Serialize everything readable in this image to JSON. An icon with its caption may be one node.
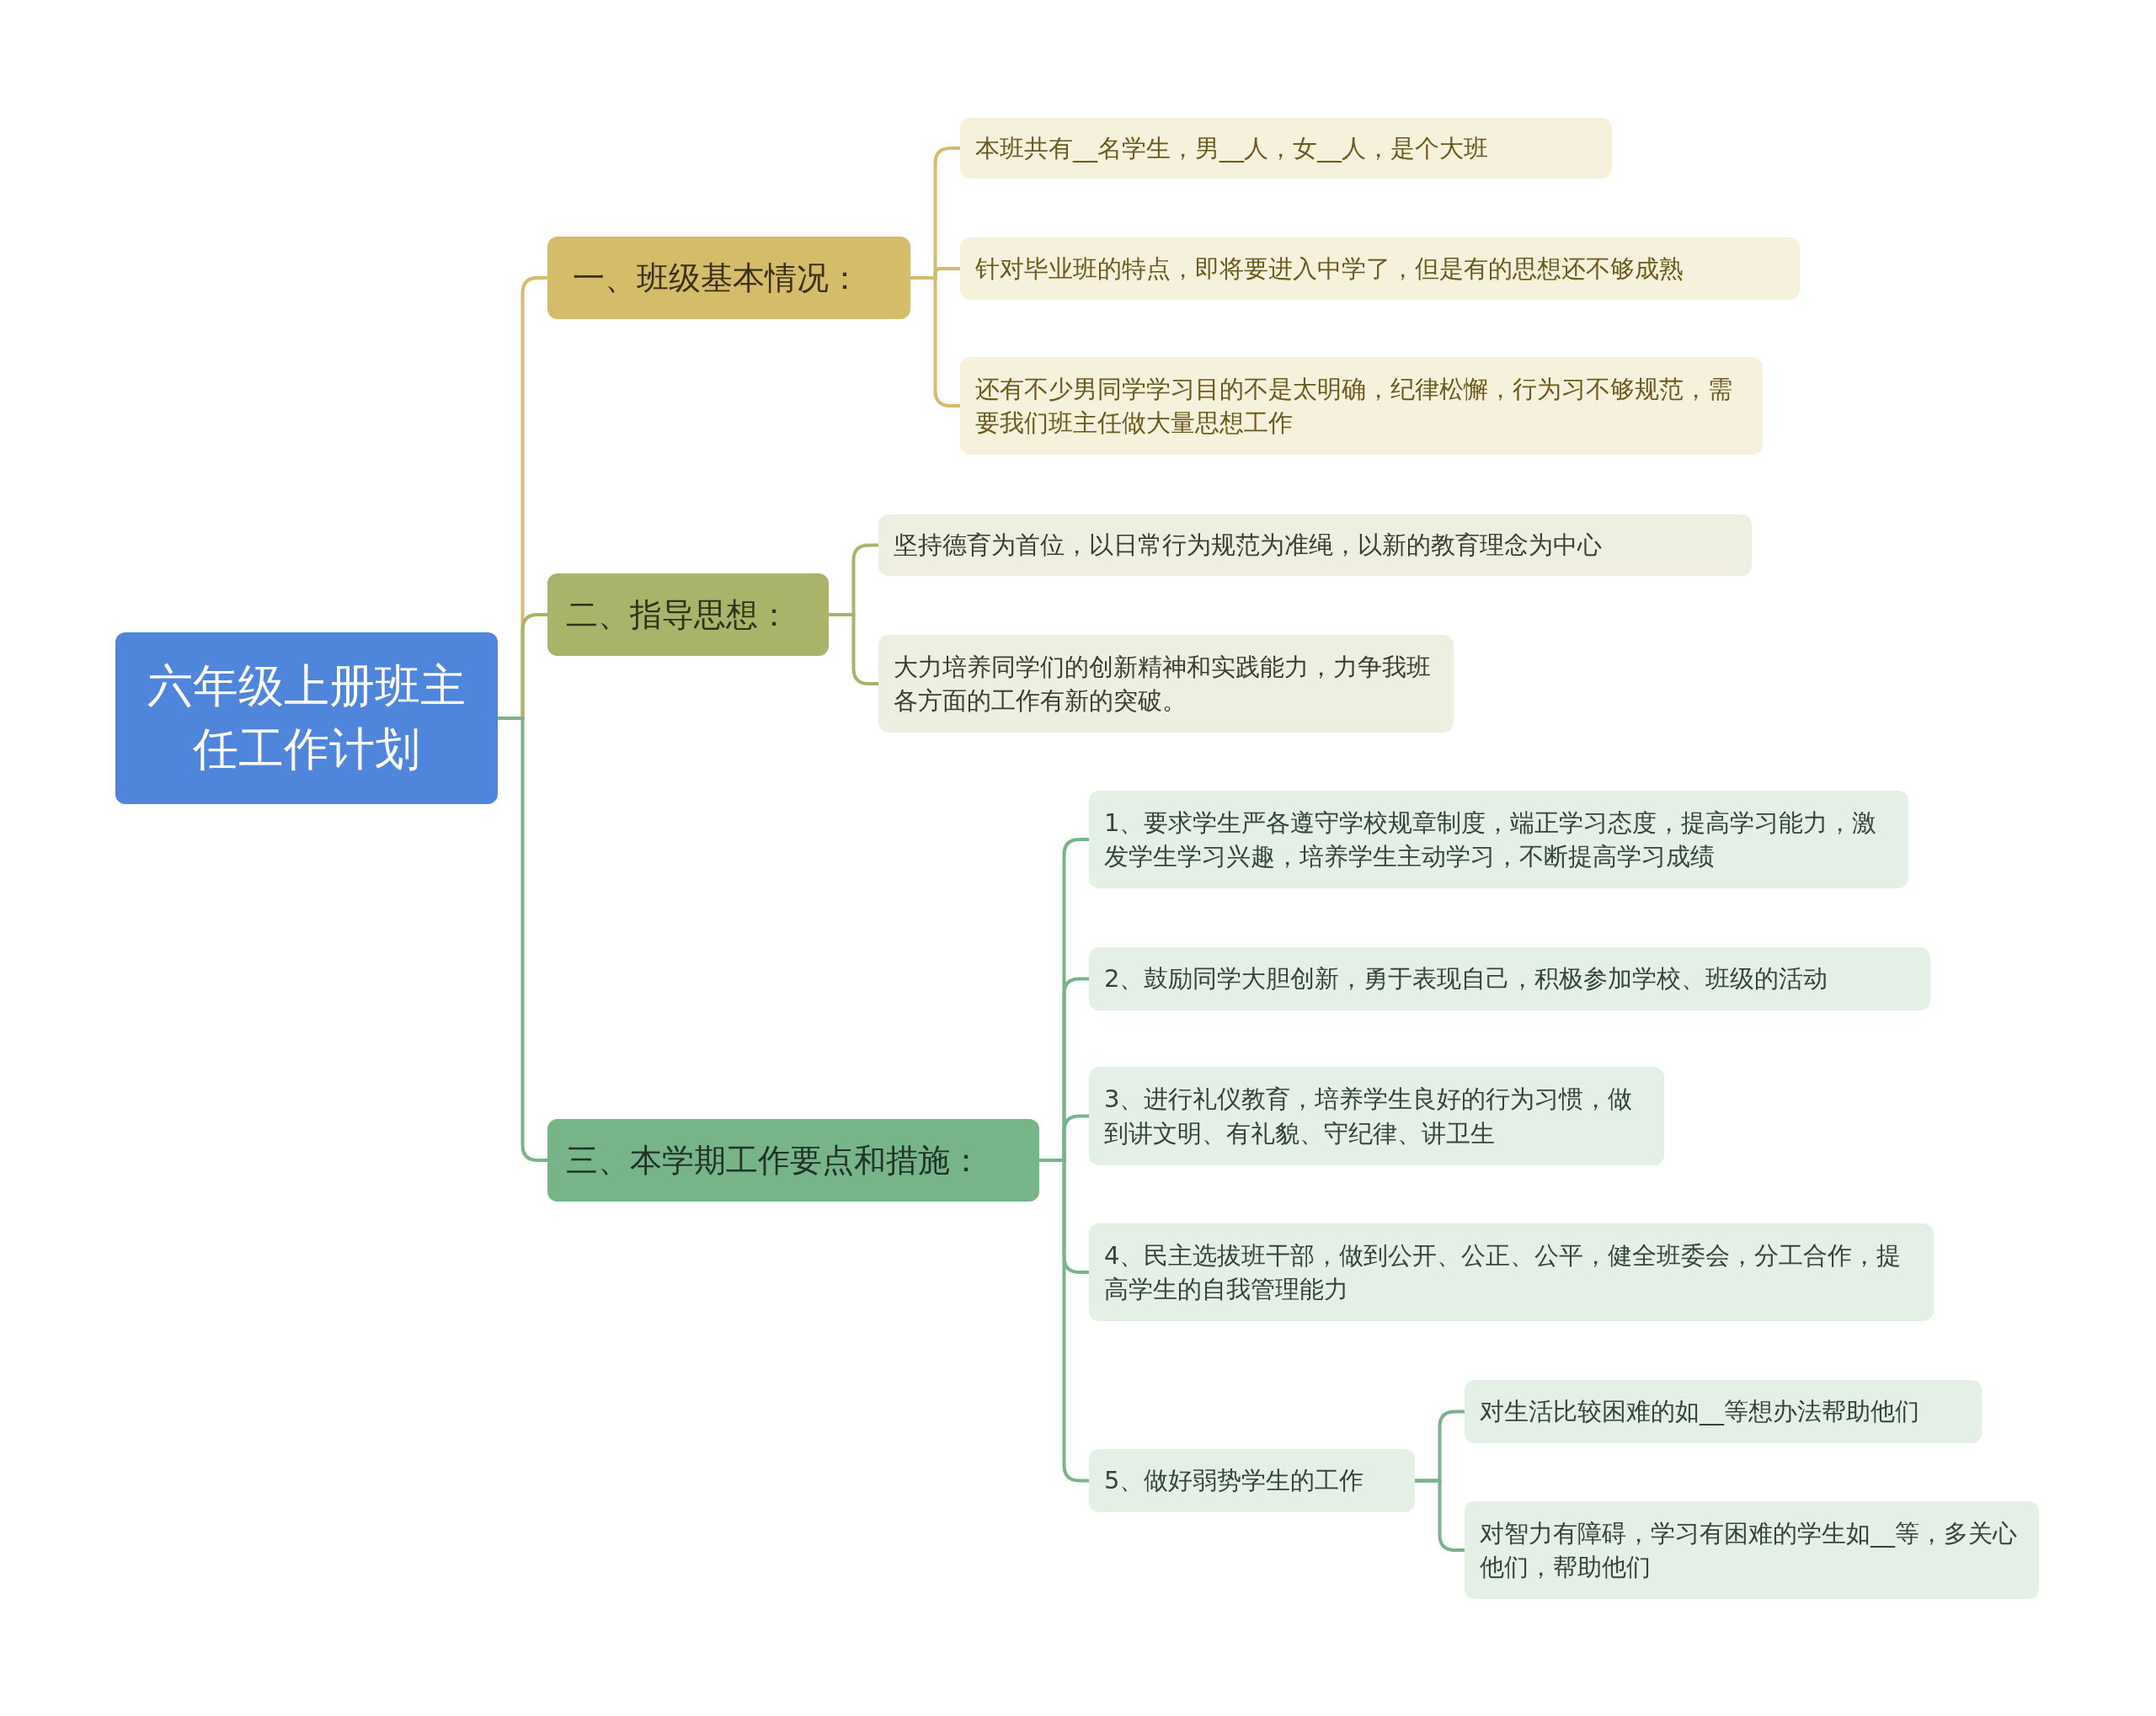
{
  "diagram": {
    "nodes": [
      {
        "text": [
          "六年级上册班主任工作计划"
        ]
      },
      {
        "text": [
          "一、班级基本情况："
        ]
      },
      {
        "text": [
          "本班共有__名学生，男__人，女__人，是个大班"
        ]
      },
      {
        "text": [
          "针对毕业班的特点，即将要进入中学了，但是有的思想还不够成熟"
        ]
      },
      {
        "text": [
          "还有不少男同学学习目的不是太明确，纪律松懈，行为习不够规范，需要我们班主任做大量思想工作"
        ]
      },
      {
        "text": [
          "二、指导思想："
        ]
      },
      {
        "text": [
          "坚持德育为首位，以日常行为规范为准绳，以新的教育理念为中心"
        ]
      },
      {
        "text": [
          "大力培养同学们的创新精神和实践能力，力争我班各方面的工作有新的突破。"
        ]
      },
      {
        "text": [
          "三、本学期工作要点和措施："
        ]
      },
      {
        "text": [
          "1、要求学生严各遵守学校规章制度，端正学习态度，提高学习能力，激发学生学习兴趣，培养学生主动学习，不断提高学习成绩"
        ]
      },
      {
        "text": [
          "2、鼓励同学大胆创新，勇于表现自己，积极参加学校、班级的活动"
        ]
      },
      {
        "text": [
          "3、进行礼仪教育，培养学生良好的行为习惯，做到讲文明、有礼貌、守纪律、讲卫生"
        ]
      },
      {
        "text": [
          "4、民主选拔班干部，做到公开、公正、公平，健全班委会，分工合作，提高学生的自我管理能力"
        ]
      },
      {
        "text": [
          "5、做好弱势学生的工作"
        ]
      },
      {
        "text": [
          "对生活比较困难的如__等想办法帮助他们"
        ]
      },
      {
        "text": [
          "对智力有障碍，学习有困难的学生如__等，多关心他们，帮助他们"
        ]
      }
    ],
    "edges": [
      {
        "from": 0,
        "to": 1,
        "arrow": "none",
        "color": "#d4bc6a"
      },
      {
        "from": 0,
        "to": 5,
        "arrow": "none",
        "color": "#a9b46a"
      },
      {
        "from": 0,
        "to": 8,
        "arrow": "none"
      },
      {
        "from": 1,
        "to": 2,
        "arrow": "none",
        "color": "#d4bc6a"
      },
      {
        "from": 1,
        "to": 3,
        "arrow": "none",
        "color": "#d4bc6a"
      },
      {
        "from": 1,
        "to": 4,
        "arrow": "none",
        "color": "#d4bc6a"
      },
      {
        "from": 5,
        "to": 6,
        "arrow": "none",
        "color": "#a9b46a"
      },
      {
        "from": 5,
        "to": 7,
        "arrow": "none",
        "color": "#a9b46a"
      },
      {
        "from": 8,
        "to": 9,
        "arrow": "none"
      },
      {
        "from": 8,
        "to": 10,
        "arrow": "none"
      },
      {
        "from": 8,
        "to": 11,
        "arrow": "none"
      },
      {
        "from": 8,
        "to": 12,
        "arrow": "none"
      },
      {
        "from": 8,
        "to": 13,
        "arrow": "none"
      },
      {
        "from": 13,
        "to": 14,
        "arrow": "none"
      },
      {
        "from": 13,
        "to": 15,
        "arrow": "none"
      }
    ]
  }
}
